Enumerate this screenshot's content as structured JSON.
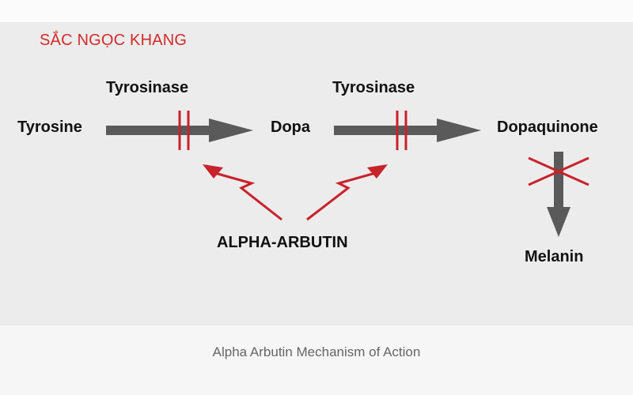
{
  "brand": {
    "text": "SẮC NGỌC KHANG",
    "color": "#d42a2a"
  },
  "diagram": {
    "nodes": {
      "tyrosine": "Tyrosine",
      "dopa": "Dopa",
      "dopaquinone": "Dopaquinone",
      "melanin": "Melanin"
    },
    "enzymes": {
      "first": "Tyrosinase",
      "second": "Tyrosinase"
    },
    "inhibitor": "ALPHA-ARBUTIN",
    "caption": "Alpha Arbutin Mechanism of Action"
  },
  "colors": {
    "arrow": "#5a5a5a",
    "inhibit": "#c8222b",
    "panel": "#ececec"
  }
}
